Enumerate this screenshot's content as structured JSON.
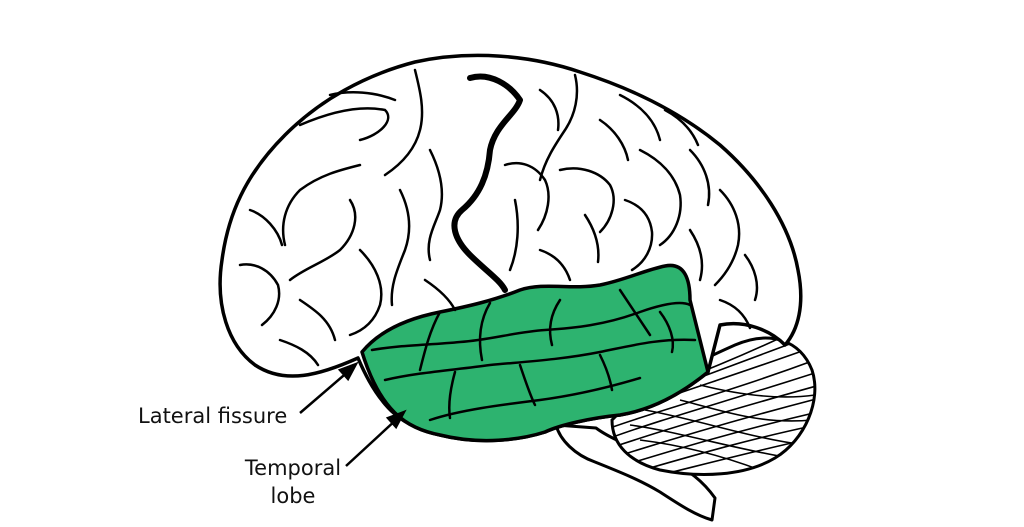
{
  "labels": {
    "lateral_fissure": "Lateral fissure",
    "temporal_line1": "Temporal",
    "temporal_line2": "lobe"
  },
  "colors": {
    "temporal_fill": "#2db36f",
    "outline": "#000000",
    "background": "#ffffff"
  }
}
